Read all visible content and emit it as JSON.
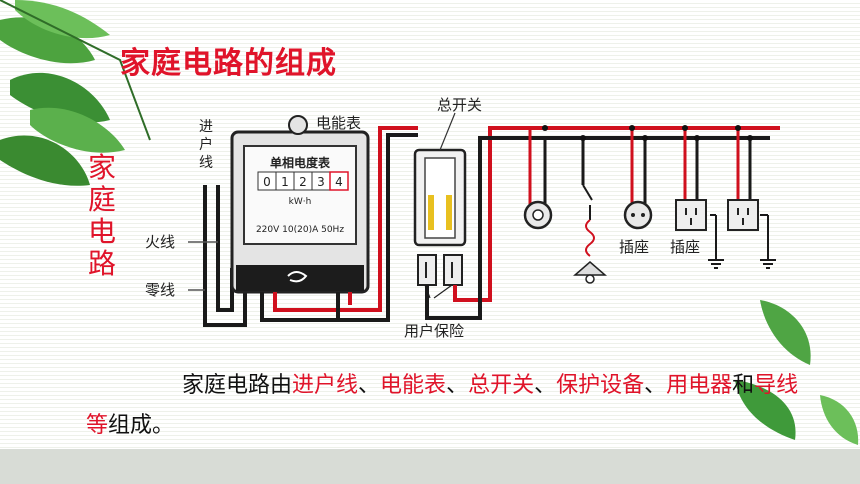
{
  "title": "家庭电路的组成",
  "vertical_title": [
    "家",
    "庭",
    "电",
    "路"
  ],
  "diagram": {
    "incoming_line": [
      "进",
      "户",
      "线"
    ],
    "live_wire": "火线",
    "neutral_wire": "零线",
    "meter_label": "电能表",
    "meter_face_title": "单相电度表",
    "meter_digits": [
      "0",
      "1",
      "2",
      "3",
      "4"
    ],
    "meter_unit": "kW·h",
    "meter_rating": "220V 10(20)A 50Hz",
    "main_switch": "总开关",
    "fuse": "用户保险",
    "socket_1": "插座",
    "socket_2": "插座"
  },
  "paragraph": {
    "p1": "家庭电路由",
    "h1": "进户线",
    "s1": "、",
    "h2": "电能表",
    "s2": "、",
    "h3": "总开关",
    "s3": "、",
    "h4": "保护设备",
    "s4": "、",
    "h5": "用电器",
    "s5": "和",
    "h6": "导线等",
    "p2": "组成。"
  },
  "colors": {
    "accent_red": "#e0142a",
    "leaf_green": "#3f9a3a",
    "wire_dark": "#1a1a1a"
  }
}
